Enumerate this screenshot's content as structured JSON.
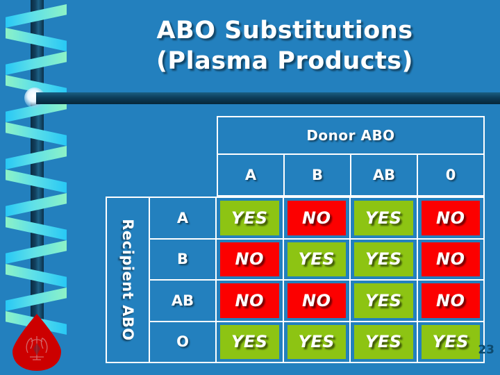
{
  "slide": {
    "background_color": "#2380be",
    "title_lines": [
      "ABO Substitutions",
      "(Plasma Products)"
    ],
    "page_number": "23"
  },
  "decoration": {
    "helix_icon": "dna-helix-ribbon",
    "pole_icon": "vertical-pole",
    "glow_icon": "glow-dot",
    "rule_icon": "horizontal-rule-bar",
    "blood_drop_icon": "blood-drop",
    "crest_icon": "crest-emblem",
    "ribbon_colors": [
      "#28c8f5",
      "#5fe0e8",
      "#8df2c6"
    ],
    "pole_color": "#0d3a52",
    "blood_drop_color": "#cc0000"
  },
  "table": {
    "donor_header": "Donor ABO",
    "recipient_header": "Recipient ABO",
    "donor_columns": [
      "A",
      "B",
      "AB",
      "0"
    ],
    "recipient_rows": [
      "A",
      "B",
      "AB",
      "O"
    ],
    "yes_label": "YES",
    "no_label": "NO",
    "yes_color": "#8dc413",
    "no_color": "#fc0000",
    "border_color": "#ffffff",
    "matrix": [
      [
        "YES",
        "NO",
        "YES",
        "NO"
      ],
      [
        "NO",
        "YES",
        "YES",
        "NO"
      ],
      [
        "NO",
        "NO",
        "YES",
        "NO"
      ],
      [
        "YES",
        "YES",
        "YES",
        "YES"
      ]
    ]
  }
}
